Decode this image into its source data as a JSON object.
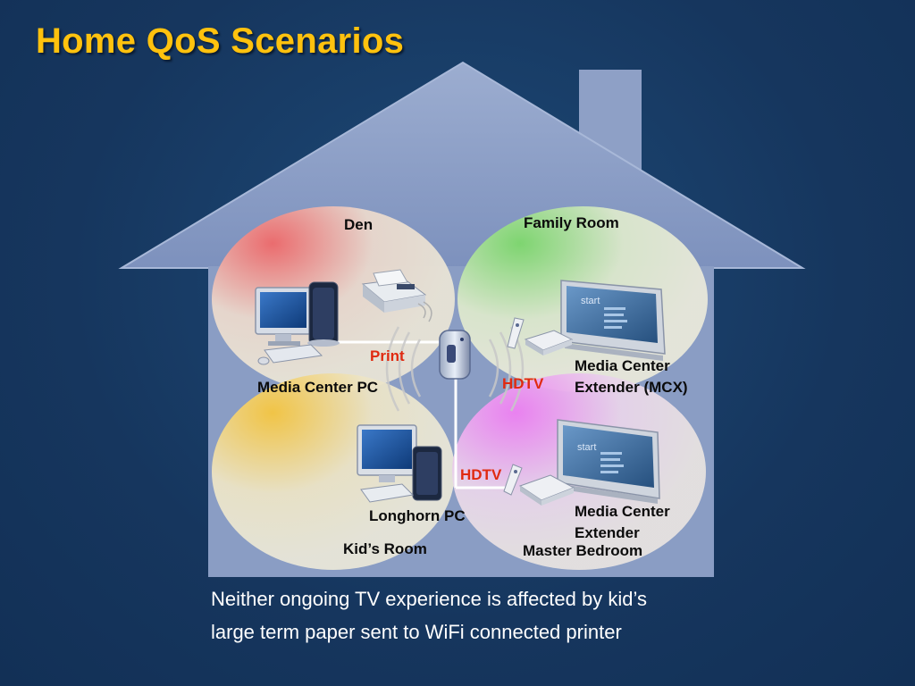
{
  "title": "Home QoS Scenarios",
  "rooms": {
    "den": "Den",
    "family_room": "Family Room",
    "kids_room": "Kid’s Room",
    "master_bedroom": "Master Bedroom"
  },
  "devices": {
    "media_center_pc": "Media Center PC",
    "mcx_line1": "Media Center",
    "mcx_line2": "Extender (MCX)",
    "longhorn_pc": "Longhorn PC",
    "mce_line1": "Media Center",
    "mce_line2": "Extender"
  },
  "traffic": {
    "print": "Print",
    "hdtv_1": "HDTV",
    "hdtv_2": "HDTV"
  },
  "caption": {
    "line1": "Neither ongoing TV experience is affected by kid’s",
    "line2": "large term paper sent to WiFi connected printer"
  },
  "colors": {
    "title": "#ffc20e",
    "background": "#16365e",
    "house": "#8c9fc6",
    "den_tint": "#f06a6a",
    "family_tint": "#7ed86c",
    "kids_tint": "#f6c640",
    "master_tint": "#ee80f2",
    "traffic_label": "#e02a10"
  }
}
